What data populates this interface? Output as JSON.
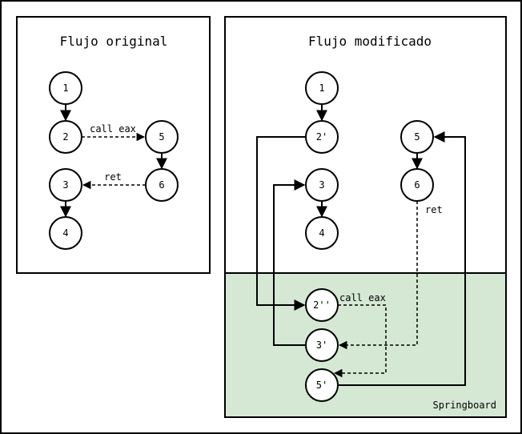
{
  "left": {
    "title": "Flujo original",
    "nodes": {
      "n1": "1",
      "n2": "2",
      "n3": "3",
      "n4": "4",
      "n5": "5",
      "n6": "6"
    },
    "edges": {
      "call": "call eax",
      "ret": "ret"
    }
  },
  "right": {
    "title": "Flujo modificado",
    "nodes": {
      "n1": "1",
      "n2p": "2'",
      "n3": "3",
      "n4": "4",
      "n5": "5",
      "n6": "6",
      "n2pp": "2''",
      "n3p": "3'",
      "n5p": "5'"
    },
    "edges": {
      "ret": "ret",
      "call": "call eax"
    },
    "springboard": "Springboard"
  },
  "colors": {
    "springboard_fill": "#d5e8d4",
    "stroke": "#000000"
  }
}
